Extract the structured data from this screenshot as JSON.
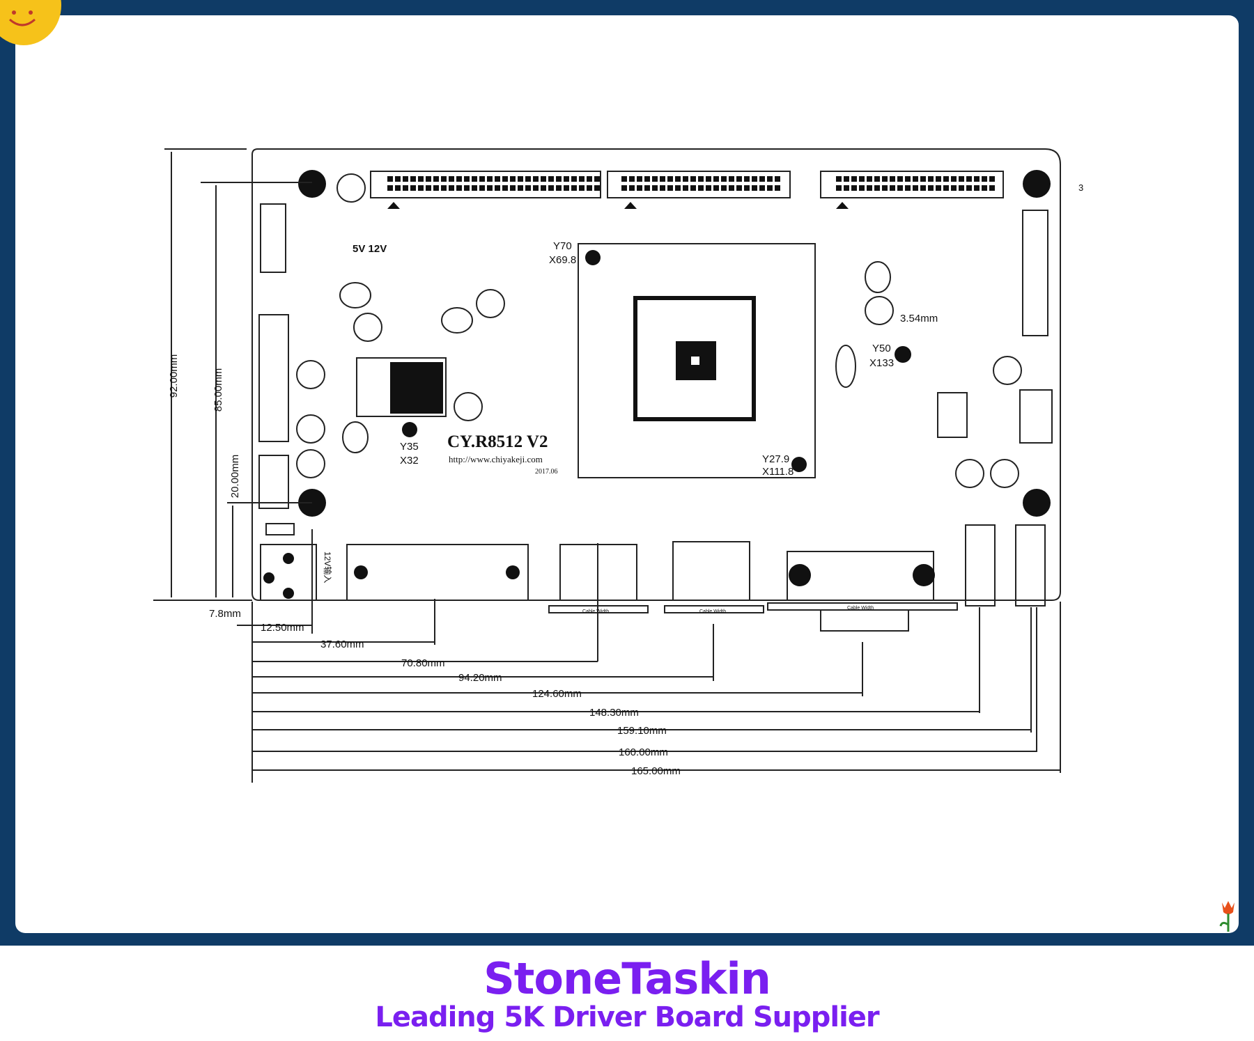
{
  "board": {
    "model": "CY.R8512 V2",
    "url": "http://www.chiyakeji.com",
    "date": "2017.06",
    "power_labels": "5V 12V",
    "power_input_label": "12V输入"
  },
  "coordinates": [
    {
      "y_label": "Y70",
      "x_label": "X69.8"
    },
    {
      "y_label": "Y35",
      "x_label": "X32"
    },
    {
      "y_label": "Y50",
      "x_label": "X133"
    },
    {
      "y_label": "Y27.9",
      "x_label": "X111.8"
    }
  ],
  "dimensions": {
    "vertical": [
      "92.00mm",
      "85.00mm",
      "20.00mm"
    ],
    "horizontal": [
      "7.8mm",
      "12.50mm",
      "37.60mm",
      "70.80mm",
      "94.20mm",
      "124.60mm",
      "148.30mm",
      "159.10mm",
      "160.00mm",
      "165.00mm"
    ],
    "hole_diameter": "3.54mm",
    "corner_offset": "3"
  },
  "connector_labels": {
    "cable_width": "Cable Width",
    "cable_width_vga": "Cable Width"
  },
  "branding": {
    "name": "StoneTaskin",
    "tagline": "Leading 5K Driver Board Supplier"
  },
  "colors": {
    "frame": "#0f3b66",
    "brand": "#7a1ff0",
    "badge": "#f6c21a"
  }
}
